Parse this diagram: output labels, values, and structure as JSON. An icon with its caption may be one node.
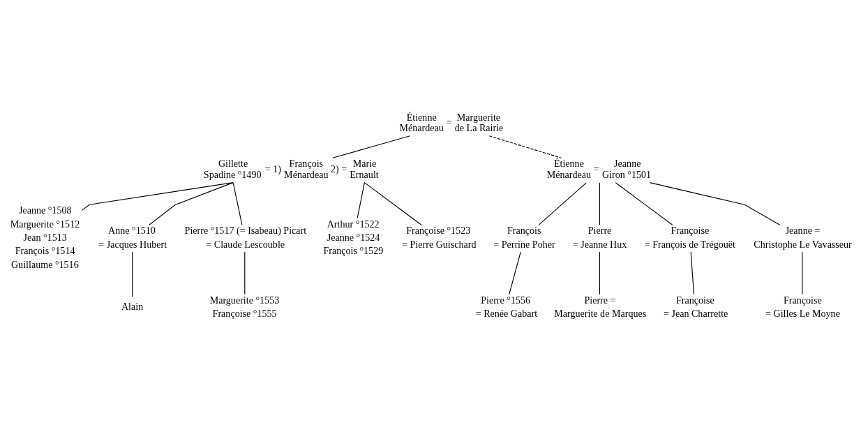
{
  "diagram": {
    "nodes": [
      {
        "text": [
          "Étienne Ménardeau",
          "=",
          "Marguerite de La Rairie"
        ]
      },
      {
        "text": [
          "Gillette Spadine °1490",
          "= 1)",
          "François Ménardeau",
          "2) =",
          "Marie Ernault"
        ]
      },
      {
        "text": [
          "Étienne Ménardeau",
          "=",
          "Jeanne Giron °1501"
        ]
      },
      {
        "text": [
          "Jeanne °1508",
          "Marguerite °1512",
          "Jean °1513",
          "François °1514",
          "Guillaume °1516"
        ]
      },
      {
        "text": [
          "Anne °1510",
          "= Jacques Hubert"
        ]
      },
      {
        "text": [
          "Pierre °1517 (= Isabeau) Picart",
          "= Claude Lescouble"
        ]
      },
      {
        "text": [
          "Arthur °1522",
          "Jeanne °1524",
          "François °1529"
        ]
      },
      {
        "text": [
          "Françoise °1523",
          "= Pierre Guischard"
        ]
      },
      {
        "text": [
          "François",
          "= Perrine Poher"
        ]
      },
      {
        "text": [
          "Pierre",
          "= Jeanne Hux"
        ]
      },
      {
        "text": [
          "Françoise",
          "= François de Trégouët"
        ]
      },
      {
        "text": [
          "Jeanne =",
          "Christophe Le Vavasseur"
        ]
      },
      {
        "text": [
          "Alain"
        ]
      },
      {
        "text": [
          "Marguerite °1553",
          "Françoise °1555"
        ]
      },
      {
        "text": [
          "Pierre °1556",
          "= Renée Gabart"
        ]
      },
      {
        "text": [
          "Pierre =",
          "Marguerite de Marques"
        ]
      },
      {
        "text": [
          "Françoise",
          "= Jean Charrette"
        ]
      },
      {
        "text": [
          "Françoise",
          "= Gilles Le Moyne"
        ]
      }
    ],
    "edges": [
      {
        "from": 0,
        "to": 1,
        "arrow": "none"
      },
      {
        "from": 0,
        "to": 2,
        "arrow": "none",
        "style": "dashed"
      },
      {
        "from": 1,
        "to": 3,
        "arrow": "none"
      },
      {
        "from": 1,
        "to": 4,
        "arrow": "none"
      },
      {
        "from": 1,
        "to": 5,
        "arrow": "none"
      },
      {
        "from": 1,
        "to": 6,
        "arrow": "none"
      },
      {
        "from": 1,
        "to": 7,
        "arrow": "none"
      },
      {
        "from": 2,
        "to": 8,
        "arrow": "none"
      },
      {
        "from": 2,
        "to": 9,
        "arrow": "none"
      },
      {
        "from": 2,
        "to": 10,
        "arrow": "none"
      },
      {
        "from": 2,
        "to": 11,
        "arrow": "none"
      },
      {
        "from": 4,
        "to": 12,
        "arrow": "none"
      },
      {
        "from": 5,
        "to": 13,
        "arrow": "none"
      },
      {
        "from": 8,
        "to": 14,
        "arrow": "none"
      },
      {
        "from": 9,
        "to": 15,
        "arrow": "none"
      },
      {
        "from": 10,
        "to": 16,
        "arrow": "none"
      },
      {
        "from": 11,
        "to": 17,
        "arrow": "none"
      }
    ]
  }
}
